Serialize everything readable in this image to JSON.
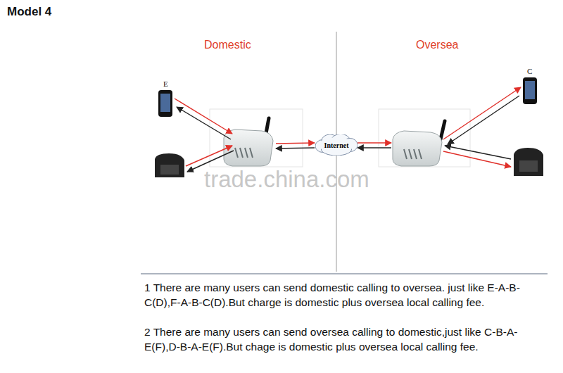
{
  "diagram": {
    "title": "Model 4",
    "nodes": [
      {
        "text": [
          "Internet"
        ]
      }
    ],
    "labels": [
      "Domestic",
      "Oversea",
      "E",
      "C",
      "trade.china.com",
      "1 There are many users can send domestic calling to oversea. just like E-A-B-C(D),F-A-B-C(D).But charge is domestic plus oversea local calling fee.",
      "2 There are many users can send oversea calling to domestic,just like C-B-A-E(F),D-B-A-E(F).But chage is domestic plus oversea local calling fee."
    ]
  }
}
